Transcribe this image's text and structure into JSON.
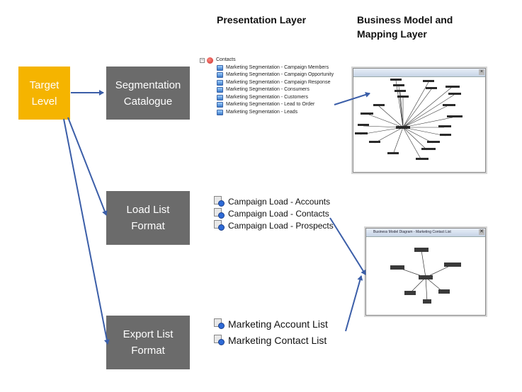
{
  "headers": {
    "presentation": "Presentation Layer",
    "bmm_line1": "Business Model and",
    "bmm_line2": "Mapping Layer"
  },
  "boxes": {
    "target": {
      "line1": "Target",
      "line2": "Level",
      "color": "#f5b400"
    },
    "segmentation": {
      "line1": "Segmentation",
      "line2": "Catalogue",
      "color": "#6b6b6b"
    },
    "loadlist": {
      "line1": "Load List",
      "line2": "Format",
      "color": "#6b6b6b"
    },
    "exportlist": {
      "line1": "Export List",
      "line2": "Format",
      "color": "#6b6b6b"
    }
  },
  "tree": {
    "root": "Contacts",
    "items": [
      "Marketing Segmentation - Campaign Members",
      "Marketing Segmentation - Campaign Opportunity",
      "Marketing Segmentation - Campaign Response",
      "Marketing Segmentation - Consumers",
      "Marketing Segmentation - Customers",
      "Marketing Segmentation - Lead to Order",
      "Marketing Segmentation - Leads"
    ]
  },
  "load_list": [
    "Campaign Load - Accounts",
    "Campaign Load - Contacts",
    "Campaign Load - Prospects"
  ],
  "export_list": [
    "Marketing Account List",
    "Marketing Contact List"
  ],
  "window_small": {
    "title": "Business Model Diagram - Marketing Contact List",
    "close": "✕"
  },
  "arrow_color": "#3b5ea8"
}
